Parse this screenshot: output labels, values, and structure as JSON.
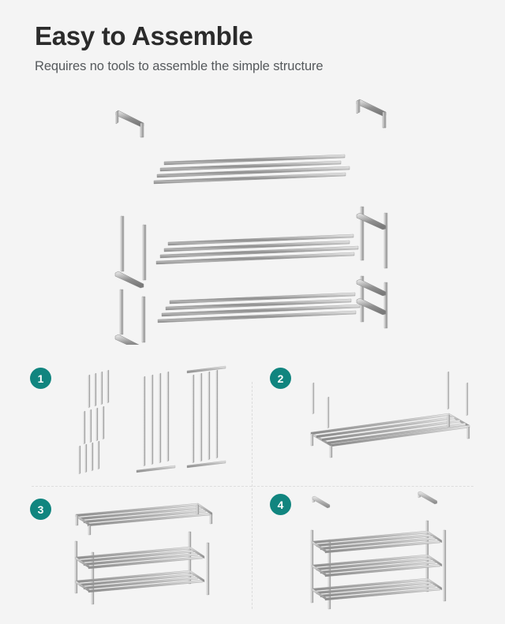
{
  "header": {
    "title": "Easy to Assemble",
    "subtitle": "Requires no tools to assemble the simple structure"
  },
  "colors": {
    "background": "#f4f4f4",
    "badge_teal": "#11857f",
    "title_text": "#2b2b2b",
    "subtitle_text": "#55595c",
    "metal_light": "#e9e9e9",
    "metal_mid": "#b8b8b8",
    "metal_dark": "#8a8a8a",
    "divider": "#dddddd"
  },
  "hero": {
    "name": "exploded-assembly-diagram",
    "description": "Exploded view of a 3-tier metal shoe rack showing side frame posts, corner connectors and shelf rails",
    "tiers": 3,
    "rails_per_tier": 4
  },
  "steps": [
    {
      "number": "1",
      "badge_label": "1",
      "art_name": "step-art-loose-tubes",
      "description": "Loose tubes and poles laid out"
    },
    {
      "number": "2",
      "badge_label": "2",
      "art_name": "step-art-single-shelf",
      "description": "One shelf assembled with four vertical posts"
    },
    {
      "number": "3",
      "badge_label": "3",
      "art_name": "step-art-two-tier",
      "description": "Two-tier rack with third shelf being added"
    },
    {
      "number": "4",
      "badge_label": "4",
      "art_name": "step-art-three-tier",
      "description": "Three-tier rack with top corner connectors being added"
    }
  ]
}
